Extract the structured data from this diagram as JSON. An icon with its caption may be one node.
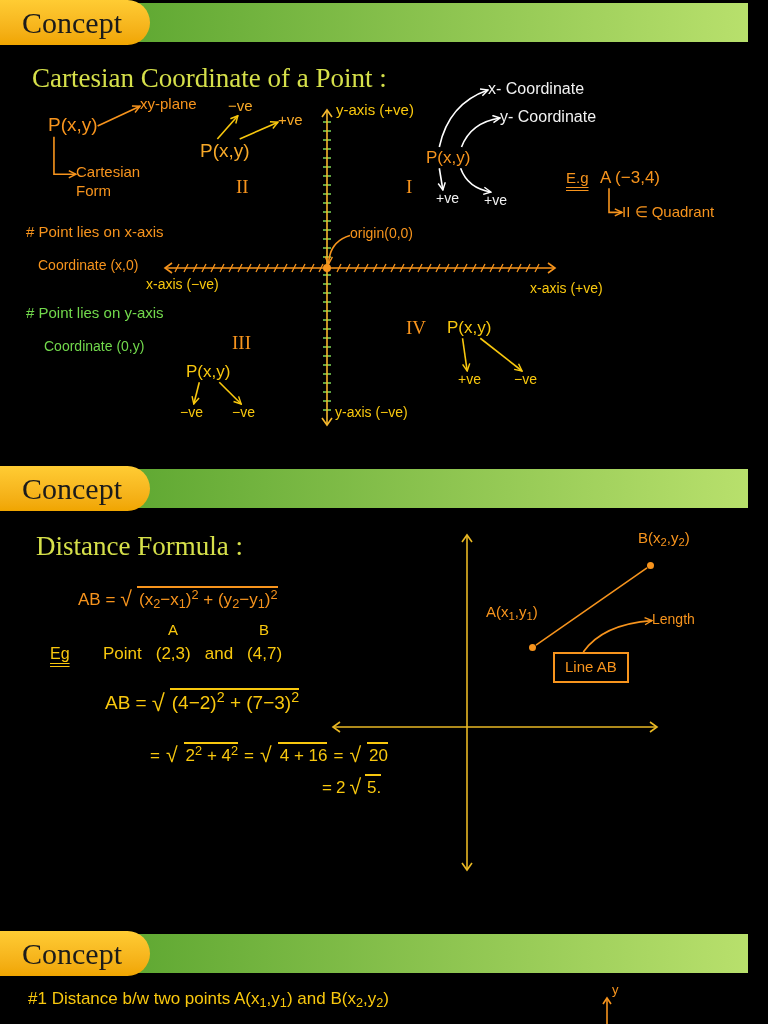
{
  "diagram": {
    "nodes": [
      {
        "text": [
          "Concept"
        ]
      },
      {
        "text": [
          "P(x,y)"
        ]
      },
      {
        "text": [
          "xy-plane"
        ]
      },
      {
        "text": [
          "Cartesian Form"
        ]
      },
      {
        "text": [
          "P(x,y)"
        ]
      },
      {
        "text": [
          "−ve"
        ]
      },
      {
        "text": [
          "+ve"
        ]
      },
      {
        "text": [
          "x- Coordinate"
        ]
      },
      {
        "text": [
          "y- Coordinate"
        ]
      },
      {
        "text": [
          "P(x,y)"
        ]
      },
      {
        "text": [
          "+ve"
        ]
      },
      {
        "text": [
          "+ve"
        ]
      },
      {
        "text": [
          "A (−3,4)"
        ]
      },
      {
        "text": [
          "II ∈ Quadrant"
        ]
      },
      {
        "text": [
          "origin(0,0)"
        ]
      },
      {
        "text": [],
        "shape": "circle"
      },
      {
        "text": [
          "P(x,y)"
        ]
      },
      {
        "text": [
          "−ve"
        ]
      },
      {
        "text": [
          "−ve"
        ]
      },
      {
        "text": [
          "P(x,y)"
        ]
      },
      {
        "text": [
          "+ve"
        ]
      },
      {
        "text": [
          "−ve"
        ]
      },
      {
        "text": [
          "Concept"
        ]
      },
      {
        "text": [],
        "shape": "circle",
        "beside": [
          "A(x$_{1}$,y$_{1}$)"
        ]
      },
      {
        "text": [],
        "shape": "circle",
        "beside": [
          "B(x$_{2}$,y$_{2}$)"
        ]
      },
      {
        "text": [
          "Line AB"
        ]
      },
      {
        "text": [
          "Length"
        ]
      },
      {
        "text": [
          "Concept"
        ]
      }
    ],
    "edges": [
      {
        "from": 1,
        "to": 2,
        "arrow": "to"
      },
      {
        "from": 1,
        "to": 3,
        "arrow": "to"
      },
      {
        "from": 4,
        "to": 5,
        "arrow": "to",
        "color": "#f9c80e"
      },
      {
        "from": 4,
        "to": 6,
        "arrow": "to",
        "color": "#f9c80e"
      },
      {
        "from": 9,
        "to": 7,
        "arrow": "to",
        "color": "#ffffff"
      },
      {
        "from": 9,
        "to": 8,
        "arrow": "to",
        "color": "#ffffff"
      },
      {
        "from": 9,
        "to": 10,
        "arrow": "to",
        "color": "#ffffff"
      },
      {
        "from": 9,
        "to": 11,
        "arrow": "to",
        "color": "#ffffff"
      },
      {
        "from": 12,
        "to": 13,
        "arrow": "to"
      },
      {
        "from": 14,
        "to": 15,
        "arrow": "to"
      },
      {
        "from": 16,
        "to": 17,
        "arrow": "to",
        "color": "#f9c80e"
      },
      {
        "from": 16,
        "to": 18,
        "arrow": "to",
        "color": "#f9c80e"
      },
      {
        "from": 19,
        "to": 20,
        "arrow": "to",
        "color": "#f9c80e"
      },
      {
        "from": 19,
        "to": 21,
        "arrow": "to",
        "color": "#f9c80e"
      },
      {
        "from": 23,
        "to": 24,
        "arrow": "none"
      },
      {
        "from": 25,
        "to": 26,
        "arrow": "to"
      }
    ],
    "labels": [
      "Cartesian Coordinate of a Point :",
      "II",
      "y-axis (+ve)",
      "I",
      "E.g",
      "# Point lies on x-axis",
      "Coordinate (x,0)",
      "x-axis (−ve)",
      "x-axis (+ve)",
      "# Point lies on y-axis",
      "Coordinate (0,y)",
      "III",
      "IV",
      "y-axis (−ve)",
      "Distance Formula :",
      "AB =",
      "√",
      "(x$_{2}$−x$_{1}$)$^{2}$ + (y$_{2}$−y$_{1}$)$^{2}$",
      "Eg",
      "A",
      "B",
      "Point",
      "(2,3)",
      "and",
      "(4,7)",
      "AB =",
      "√",
      "(4−2)$^{2}$ + (7−3)$^{2}$",
      "=",
      "√",
      "2$^{2}$ + 4$^{2}$",
      "=",
      "√",
      "4 + 16",
      "=",
      "√",
      "20",
      "=",
      "2",
      "√",
      "5.",
      "#1 Distance b/w two points A(x$_{1}$,y$_{1}$) and B(x$_{2}$,y$_{2}$)",
      "y"
    ]
  }
}
